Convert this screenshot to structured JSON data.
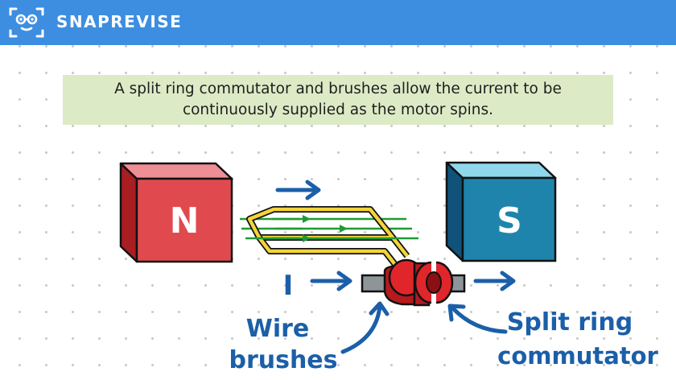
{
  "header": {
    "brand": "SNAPREVISE"
  },
  "caption": {
    "text": "A split ring commutator and brushes allow the current to be continuously supplied as the motor spins."
  },
  "diagram": {
    "north_label": "N",
    "south_label": "S",
    "current_label": "I",
    "brushes_label_line1": "Wire",
    "brushes_label_line2": "brushes",
    "commutator_label_line1": "Split ring",
    "commutator_label_line2": "commutator"
  },
  "colors": {
    "header_bg": "#3d8ee0",
    "caption_bg": "#dcebc6",
    "north_magnet": "#e04a4e",
    "south_magnet": "#1f84ac",
    "field_lines": "#1f9b34",
    "coil": "#f3d43a",
    "commutator": "#e0262a",
    "annotation_blue": "#1b5fa8"
  }
}
